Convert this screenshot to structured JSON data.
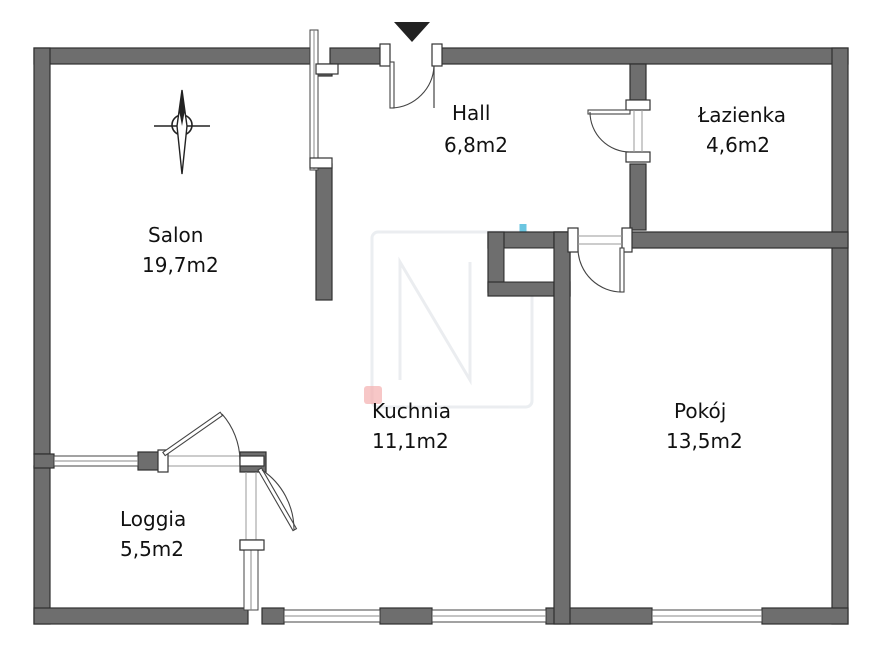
{
  "plan": {
    "rooms": [
      {
        "id": "salon",
        "name": "Salon",
        "area": "19,7m2"
      },
      {
        "id": "hall",
        "name": "Hall",
        "area": "6,8m2"
      },
      {
        "id": "lazienka",
        "name": "Łazienka",
        "area": "4,6m2"
      },
      {
        "id": "kuchnia",
        "name": "Kuchnia",
        "area": "11,1m2"
      },
      {
        "id": "pokoj",
        "name": "Pokój",
        "area": "13,5m2"
      },
      {
        "id": "loggia",
        "name": "Loggia",
        "area": "5,5m2"
      }
    ],
    "colors": {
      "wall": "#6e6e6e",
      "wall_outline": "#2f2f2f",
      "watermark_accent": "#5bc0de",
      "watermark_dot": "#f4a7a7"
    },
    "icons": [
      "compass-icon",
      "entrance-arrow-icon"
    ]
  }
}
